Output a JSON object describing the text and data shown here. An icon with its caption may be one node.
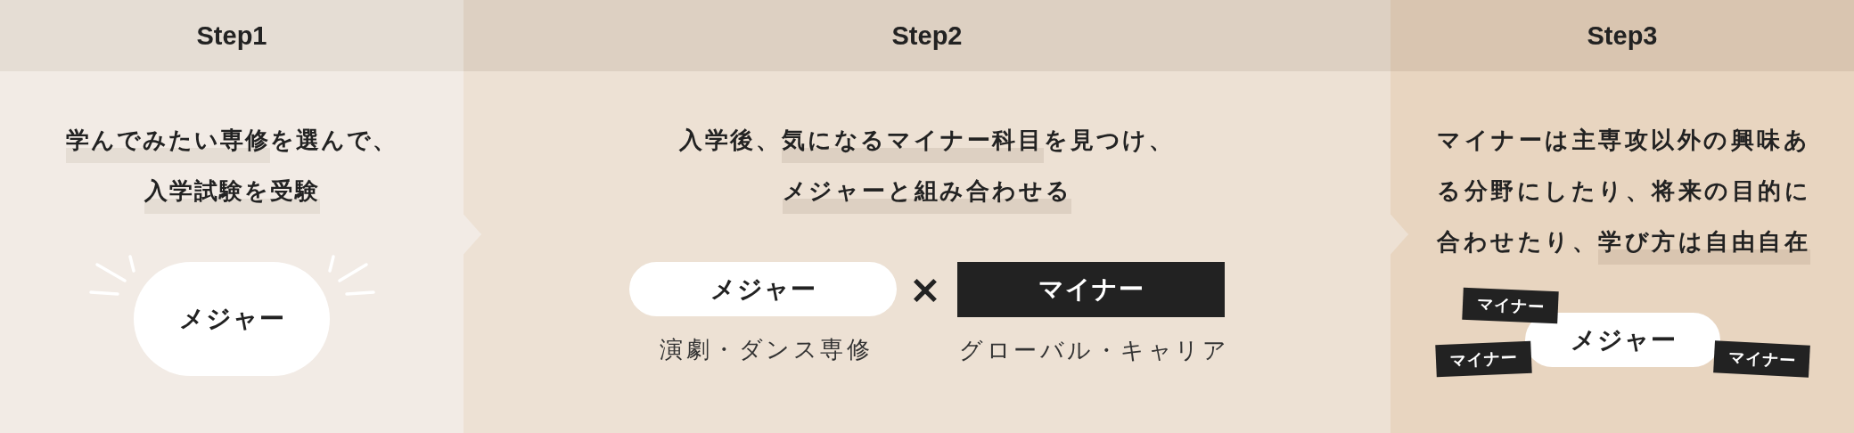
{
  "diagram": {
    "nodes": [
      {
        "text": [
          "Step1",
          "**学んでみたい専修**を選んで、**入学試験を受験**"
        ]
      },
      {
        "text": [
          "メジャー"
        ],
        "in": 0
      },
      {
        "text": [
          "Step2",
          "入学後、**気になるマイナー科目**を見つけ、**メジャーと組み合わせる**"
        ]
      },
      {
        "text": [
          "メジャー"
        ],
        "in": 2,
        "beside": [
          "演劇・ダンス専修"
        ]
      },
      {
        "text": [
          "マイナー"
        ],
        "in": 2,
        "beside": [
          "グローバル・キャリア"
        ]
      },
      {
        "text": [
          "Step3",
          "マイナーは主専攻以外の興味ある分野にしたり、将来の目的に合わせたり、**学び方は自由自在**"
        ]
      },
      {
        "text": [
          "マイナー"
        ],
        "in": 5
      },
      {
        "text": [
          "メジャー"
        ],
        "in": 5
      },
      {
        "text": [
          "マイナー"
        ],
        "in": 5
      },
      {
        "text": [
          "マイナー"
        ],
        "in": 5
      }
    ],
    "edges": [
      {
        "from": 0,
        "to": 2,
        "arrow": "to"
      },
      {
        "from": 2,
        "to": 5,
        "arrow": "to"
      }
    ],
    "labels": [
      "×"
    ]
  }
}
